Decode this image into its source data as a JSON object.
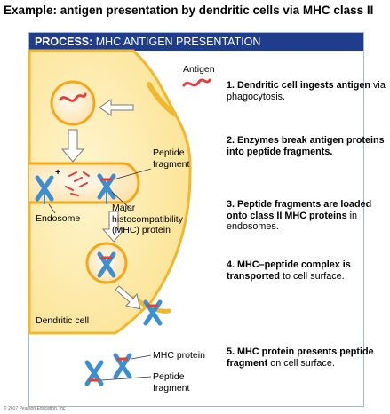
{
  "title": "Example: antigen presentation by dendritic cells via MHC class II",
  "banner": {
    "prefix": "PROCESS:",
    "text": " MHC ANTIGEN PRESENTATION"
  },
  "labels": {
    "antigen": "Antigen",
    "peptide_fragment_line1": "Peptide",
    "peptide_fragment_line2": "fragment",
    "endosome": "Endosome",
    "mhc_line1": "Major",
    "mhc_line2": "histocompatibility",
    "mhc_line3": "(MHC) protein",
    "dendritic_cell": "Dendritic cell",
    "mhc_protein": "MHC protein",
    "peptide_fragment_bottom_line1": "Peptide",
    "peptide_fragment_bottom_line2": "fragment",
    "plus": "+"
  },
  "steps": [
    {
      "number": "1.",
      "bold": " Dendritic cell ingests antigen",
      "normal": " via phagocytosis."
    },
    {
      "number": "2.",
      "bold": " Enzymes break antigen proteins into peptide fragments.",
      "normal": ""
    },
    {
      "number": "3.",
      "bold": " Peptide fragments are loaded onto class II MHC proteins",
      "normal": " in endosomes."
    },
    {
      "number": "4.",
      "bold": " MHC–peptide complex is transported",
      "normal": " to cell surface."
    },
    {
      "number": "5.",
      "bold": " MHC protein presents peptide fragment",
      "normal": " on cell surface."
    }
  ],
  "copyright": "© 2017 Pearson Education, Inc.",
  "colors": {
    "banner": "#1f3d8c",
    "cell_fill": "#fce9a0",
    "cell_edge": "#f0b830",
    "vesicle_fill": "#fde7b6",
    "vesicle_edge": "#f2a81d",
    "mhc": "#3d8fd0",
    "antigen": "#e0403c"
  }
}
